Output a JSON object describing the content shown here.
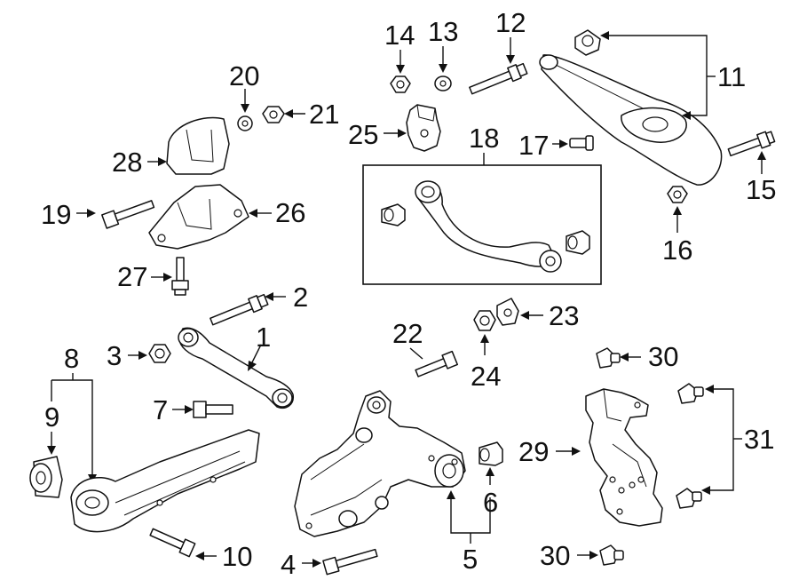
{
  "callouts": {
    "c1": "1",
    "c2": "2",
    "c3": "3",
    "c4": "4",
    "c5": "5",
    "c6": "6",
    "c7": "7",
    "c8": "8",
    "c9": "9",
    "c10": "10",
    "c11": "11",
    "c12": "12",
    "c13": "13",
    "c14": "14",
    "c15": "15",
    "c16": "16",
    "c17": "17",
    "c18": "18",
    "c19": "19",
    "c20": "20",
    "c21": "21",
    "c22": "22",
    "c23": "23",
    "c24": "24",
    "c25": "25",
    "c26": "26",
    "c27": "27",
    "c28": "28",
    "c29": "29",
    "c30a": "30",
    "c30b": "30",
    "c31": "31"
  }
}
